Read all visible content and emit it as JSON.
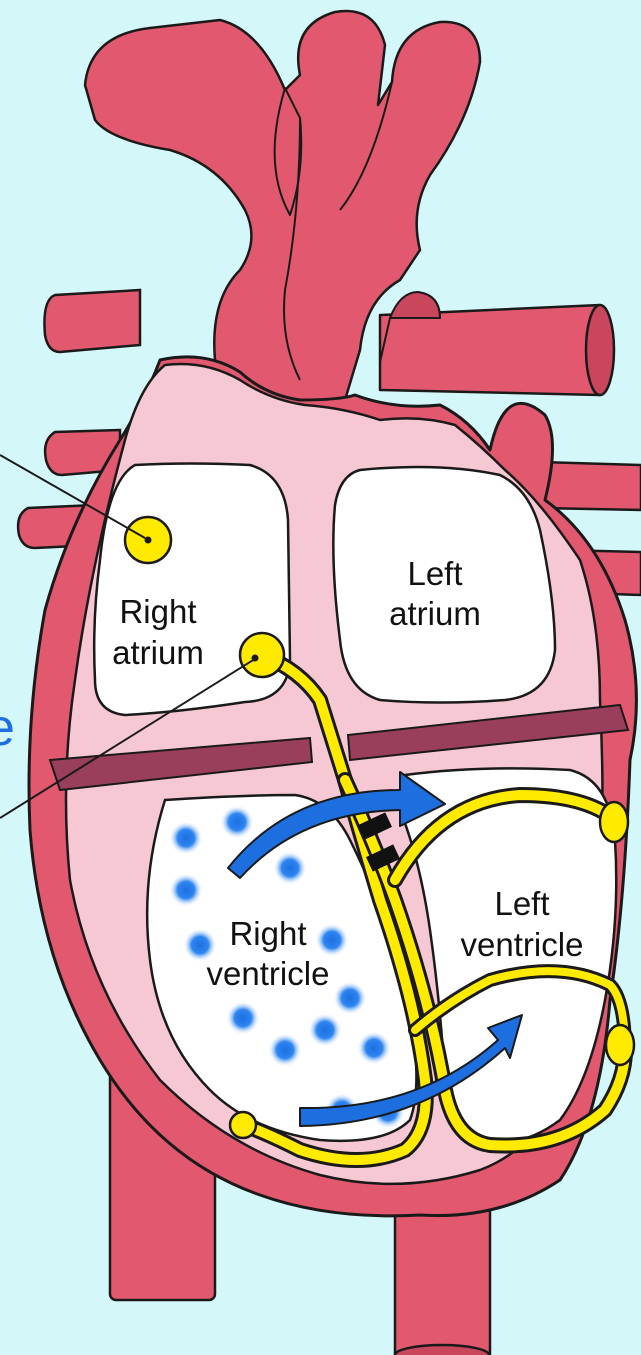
{
  "labels": {
    "right_atrium": [
      "Right",
      "atrium"
    ],
    "left_atrium": [
      "Left",
      "atrium"
    ],
    "right_ventricle": [
      "Right",
      "ventricle"
    ],
    "left_ventricle": [
      "Left",
      "ventricle"
    ],
    "edge_fragment": "e"
  },
  "colors": {
    "background": "#d4f8fa",
    "heart_muscle": "#e2596f",
    "heart_dark": "#c9465c",
    "inner_wall": "#f6c8d3",
    "chamber": "#ffffff",
    "septum_band": "#9a3f5b",
    "conduction": "#ffea00",
    "blood_flow": "#1d6fe0",
    "outline": "#1a1a1a"
  }
}
